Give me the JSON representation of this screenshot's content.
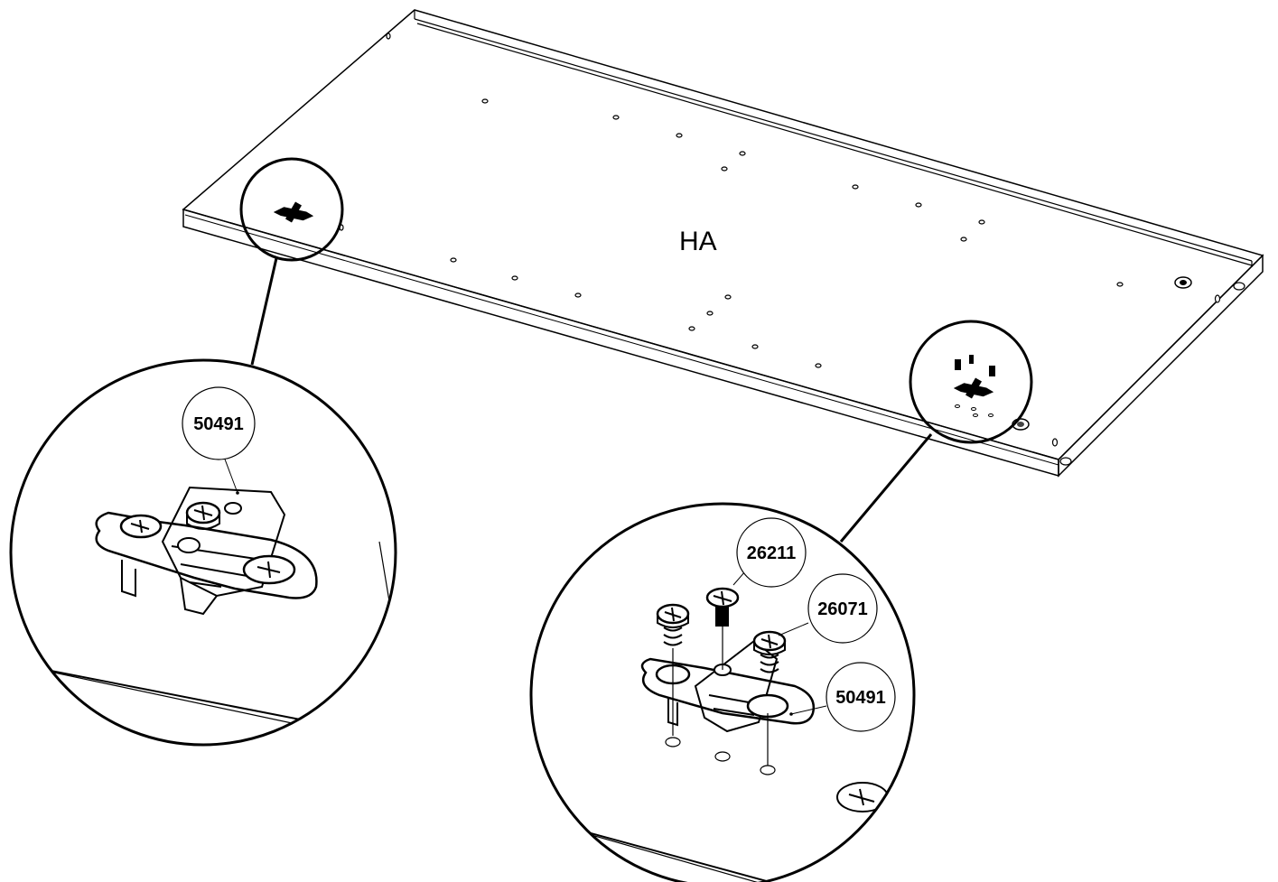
{
  "panel": {
    "label": "HA"
  },
  "callouts": {
    "left_detail": {
      "part_number": "50491"
    },
    "right_detail": {
      "part_numbers": [
        "26211",
        "26071",
        "50491"
      ]
    }
  }
}
